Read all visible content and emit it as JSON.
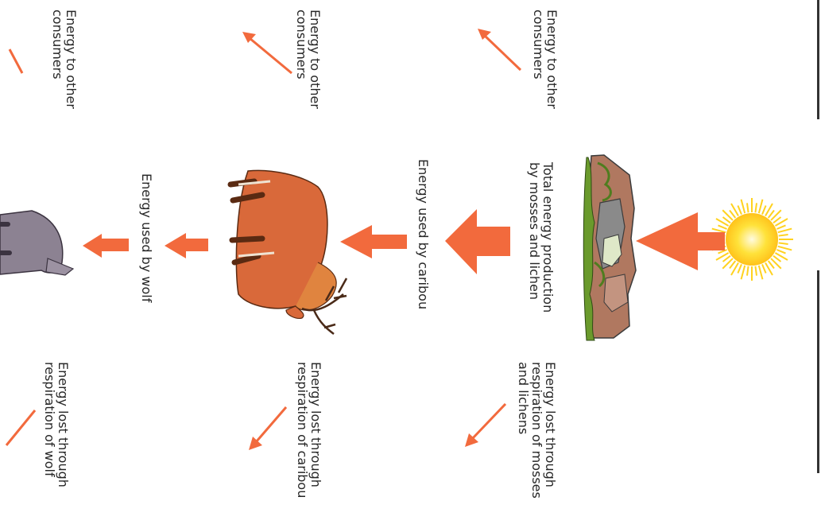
{
  "labels": {
    "total_production": "Total energy production\nby mosses and lichen",
    "used_by_caribou": "Energy used by caribou",
    "used_by_wolf": "Energy used by wolf",
    "other_consumers_1": "Energy to other\nconsumers",
    "other_consumers_2": "Energy to other\nconsumers",
    "other_consumers_3": "Energy to other\nconsumers",
    "lost_mosses": "Energy lost through\nrespiration of mosses\nand lichens",
    "lost_caribou": "Energy lost through\nrespiration of caribou",
    "lost_wolf": "Energy lost through\nrespiration of wolf"
  },
  "colors": {
    "arrow": "#f26a3d",
    "sun": "#ffd21f",
    "text": "#262626"
  },
  "icons": [
    "sun-icon",
    "moss-lichen-rock-icon",
    "caribou-icon",
    "wolf-icon"
  ]
}
